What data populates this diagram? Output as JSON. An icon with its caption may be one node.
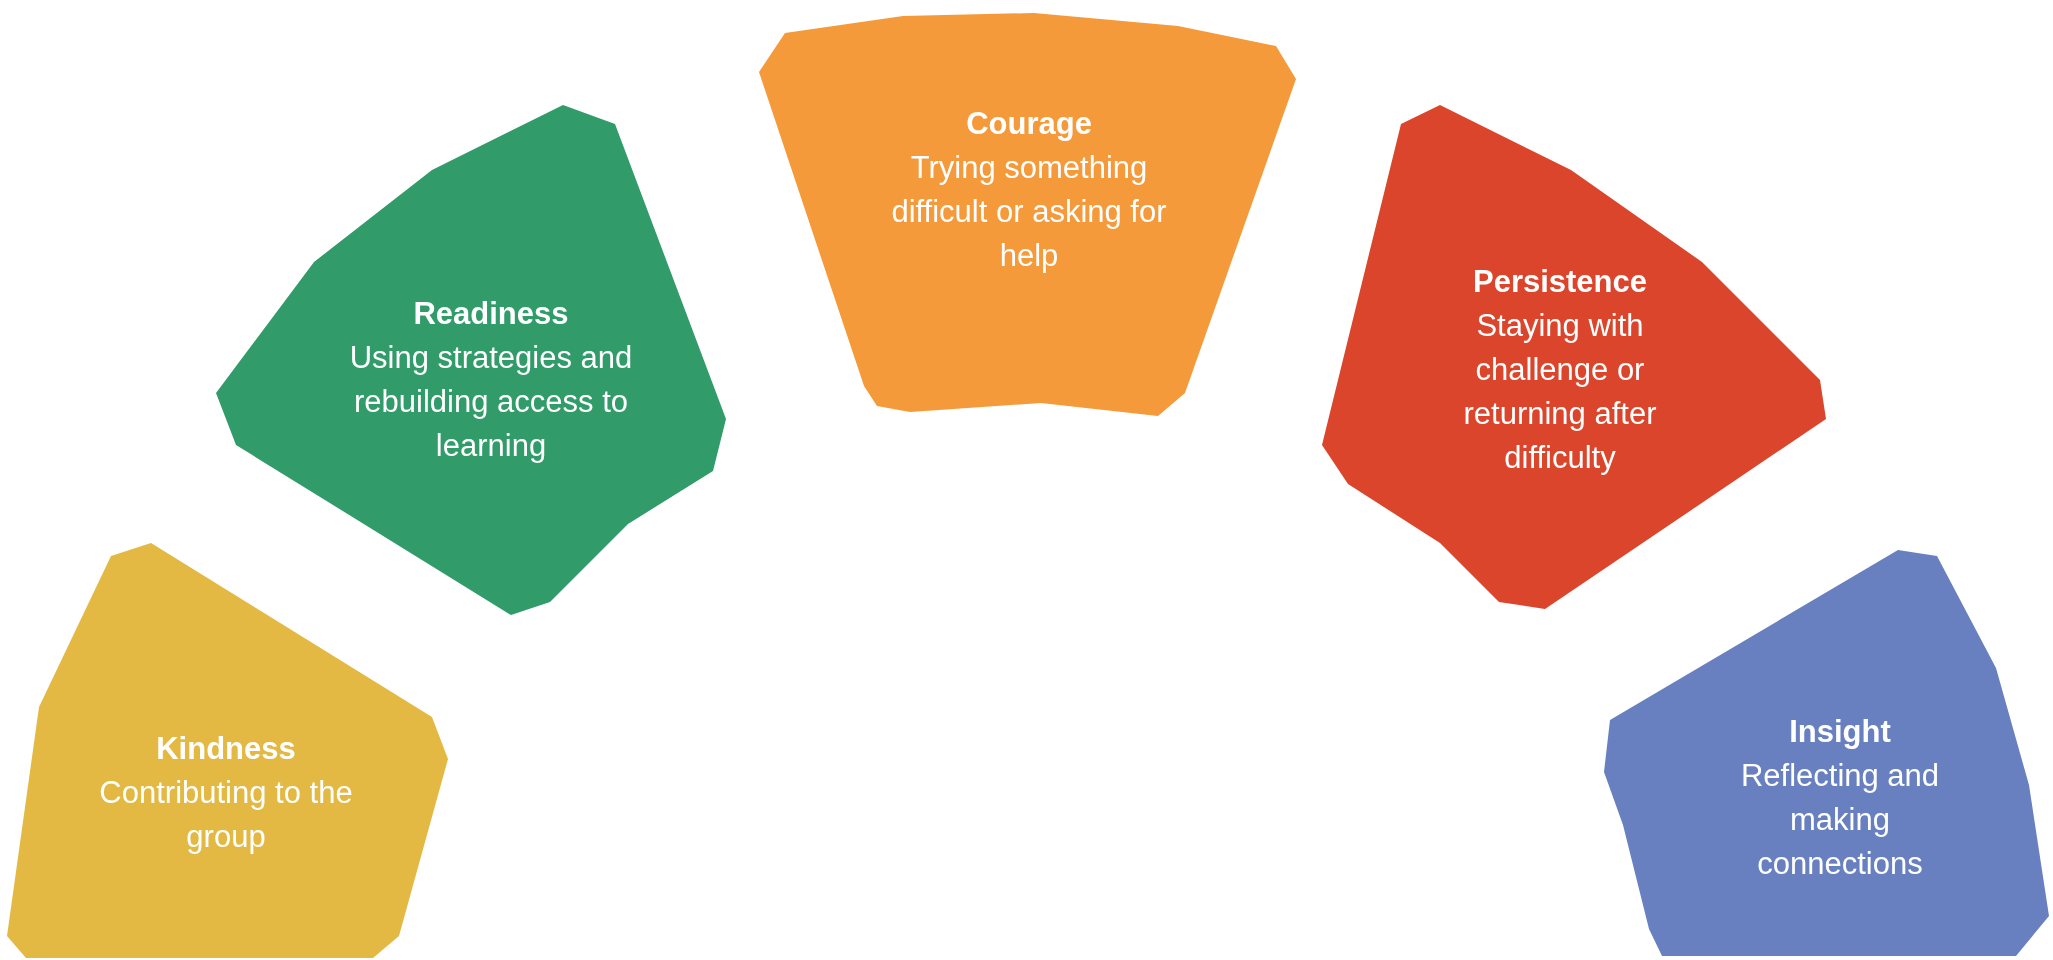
{
  "diagram": {
    "nodes": [
      {
        "text": [
          "Kindness",
          "Contributing to the group"
        ]
      },
      {
        "text": [
          "Readiness",
          "Using strategies and rebuilding access to learning"
        ]
      },
      {
        "text": [
          "Courage",
          "Trying something difficult or asking for help"
        ]
      },
      {
        "text": [
          "Persistence",
          "Staying with challenge or returning after difficulty"
        ]
      },
      {
        "text": [
          "Insight",
          "Reflecting and making connections"
        ]
      }
    ]
  }
}
